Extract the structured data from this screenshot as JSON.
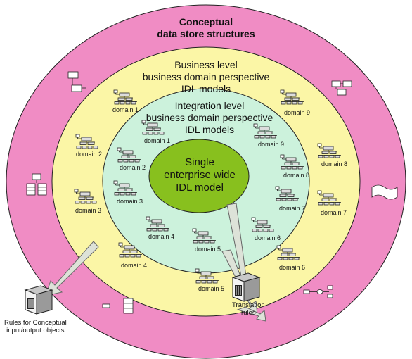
{
  "colors": {
    "outer_ring": "#f08cc4",
    "business_ring": "#fbf6a6",
    "integration_ring": "#ccf2dc",
    "core": "#88c01e",
    "stroke": "#222222",
    "arrow": "#dde2d8"
  },
  "outer": {
    "title_line1": "Conceptual",
    "title_line2": "data store  structures"
  },
  "business": {
    "line1": "Business level",
    "line2": "business domain perspective",
    "line3": "IDL models"
  },
  "integration": {
    "line1": "Integration level",
    "line2": "business domain perspective",
    "line3": "IDL models"
  },
  "core": {
    "line1": "Single",
    "line2": "enterprise wide",
    "line3": "IDL model"
  },
  "business_domains": [
    "domain 1",
    "domain 2",
    "domain 3",
    "domain 4",
    "domain 5",
    "domain 6",
    "domain 7",
    "domain 8",
    "domain 9"
  ],
  "integration_domains": [
    "domain 1",
    "domain 2",
    "domain 3",
    "domain 4",
    "domain 5",
    "domain 6",
    "domain 7",
    "domain 8",
    "domain 9"
  ],
  "rules_conceptual": {
    "line1": "Rules for Conceptual",
    "line2": "input/output objects"
  },
  "translation": {
    "line1": "Translation",
    "line2": "rules"
  },
  "icons": [
    "tree-diagram-icon",
    "flowchart-icon",
    "document-icon",
    "server-icon"
  ]
}
